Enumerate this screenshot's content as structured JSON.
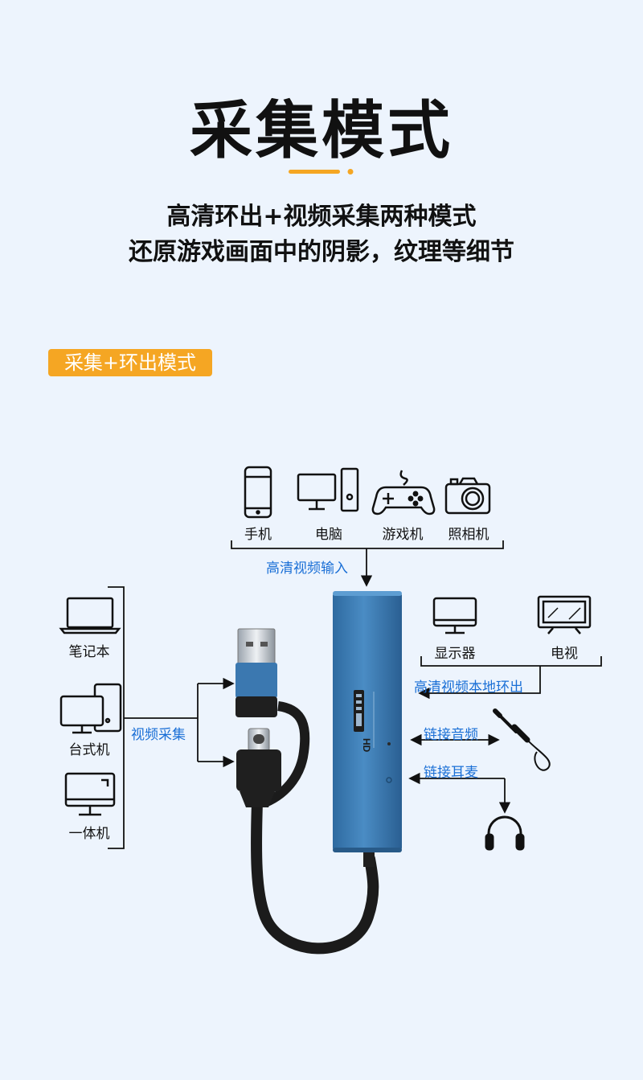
{
  "header": {
    "title": "采集模式",
    "subtitle_line1": "高清环出+视频采集两种模式",
    "subtitle_line2": "还原游戏画面中的阴影，纹理等细节",
    "accent_color": "#f5a623"
  },
  "mode_badge": {
    "label": "采集+环出模式"
  },
  "inputs": [
    {
      "label": "手机",
      "icon": "phone-icon"
    },
    {
      "label": "电脑",
      "icon": "desktop-tower-icon"
    },
    {
      "label": "游戏机",
      "icon": "gamepad-icon"
    },
    {
      "label": "照相机",
      "icon": "camera-icon"
    }
  ],
  "hd_input_label": "高清视频输入",
  "hosts": [
    {
      "label": "笔记本",
      "icon": "laptop-icon"
    },
    {
      "label": "台式机",
      "icon": "desktop-icon"
    },
    {
      "label": "一体机",
      "icon": "all-in-one-icon"
    }
  ],
  "capture_label": "视频采集",
  "outputs": [
    {
      "label": "显示器",
      "icon": "monitor-icon"
    },
    {
      "label": "电视",
      "icon": "tv-icon"
    }
  ],
  "loop_out_label": "高清视频本地环出",
  "audio_label": "链接音频",
  "headset_label": "链接耳麦",
  "device": {
    "color": "#3d7fb8",
    "brand_text": "HD"
  },
  "label_color": "#1a6fd6"
}
